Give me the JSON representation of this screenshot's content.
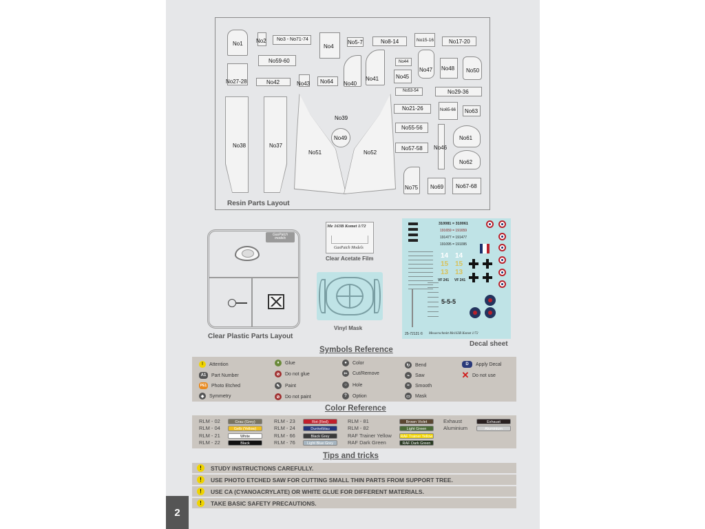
{
  "resin": {
    "caption": "Resin Parts Layout",
    "parts": [
      "No1",
      "No2",
      "No3 - No71-74",
      "No4",
      "No5-7",
      "No8-14",
      "No15-16",
      "No17-20",
      "No59-60",
      "No44",
      "No47",
      "No48",
      "No50",
      "No27-28",
      "No42",
      "No43",
      "No64",
      "No40",
      "No41",
      "No45",
      "No53-54",
      "No29-36",
      "No21-26",
      "No65-66",
      "No63",
      "No39",
      "No55-56",
      "No61",
      "No38",
      "No37",
      "No49",
      "No51",
      "No52",
      "No57-58",
      "No46",
      "No62",
      "No75",
      "No69",
      "No67-68"
    ]
  },
  "clear_plastic": {
    "caption": "Clear Plastic Parts Layout",
    "logo_text": "GasPatch models"
  },
  "acetate": {
    "title": "Me 163B Komet 1/72",
    "brand": "GasPatch Models",
    "caption": "Clear Acetate Film"
  },
  "vinyl": {
    "caption": "Vinyl Mask"
  },
  "decal": {
    "caption": "Decal sheet",
    "footer_left": "25-72121 ©",
    "footer_title": "Messerschmitt Me163B Komet 1/72",
    "serials": [
      "310081 = 310061",
      "191659 = 191659",
      "191477 = 191477",
      "191095 = 191095"
    ],
    "numbers": [
      "14",
      "14",
      "15",
      "15",
      "13",
      "13",
      "VF 241",
      "VF 241"
    ],
    "colors": {
      "sheet": "#bfe3e6",
      "red": "#b8202b",
      "blue": "#1c2f6b",
      "yellow": "#d8c15a"
    }
  },
  "symbols": {
    "title": "Symbols Reference",
    "items": [
      {
        "label": "Attention",
        "icon": "attention-icon"
      },
      {
        "label": "Part Number",
        "icon": "part-number-icon",
        "code": "A1"
      },
      {
        "label": "Photo Etched",
        "icon": "photo-etched-icon",
        "code": "PE1"
      },
      {
        "label": "Symmetry",
        "icon": "symmetry-icon"
      },
      {
        "label": "Glue",
        "icon": "glue-icon"
      },
      {
        "label": "Do not glue",
        "icon": "do-not-glue-icon"
      },
      {
        "label": "Paint",
        "icon": "paint-icon"
      },
      {
        "label": "Do not paint",
        "icon": "do-not-paint-icon"
      },
      {
        "label": "Color",
        "icon": "color-icon"
      },
      {
        "label": "Cut/Remove",
        "icon": "cut-icon"
      },
      {
        "label": "Hole",
        "icon": "hole-icon"
      },
      {
        "label": "Option",
        "icon": "option-icon"
      },
      {
        "label": "Bend",
        "icon": "bend-icon"
      },
      {
        "label": "Saw",
        "icon": "saw-icon"
      },
      {
        "label": "Smooth",
        "icon": "smooth-icon"
      },
      {
        "label": "Mask",
        "icon": "mask-icon"
      },
      {
        "label": "Apply Decal",
        "icon": "apply-decal-icon"
      },
      {
        "label": "Do not use",
        "icon": "do-not-use-icon"
      }
    ]
  },
  "colors": {
    "title": "Color Reference",
    "items": [
      {
        "code": "RLM - 02",
        "name": "Grau (Grey)",
        "hex": "#7a7460",
        "text": "#fff"
      },
      {
        "code": "RLM - 04",
        "name": "Gelb (Yellow)",
        "hex": "#f0c020",
        "text": "#fff"
      },
      {
        "code": "RLM - 21",
        "name": "White",
        "hex": "#ffffff",
        "text": "#111"
      },
      {
        "code": "RLM - 22",
        "name": "Black",
        "hex": "#111111",
        "text": "#fff"
      },
      {
        "code": "RLM - 23",
        "name": "Rot (Red)",
        "hex": "#c21f2b",
        "text": "#fff"
      },
      {
        "code": "RLM - 24",
        "name": "Dunkelblau",
        "hex": "#22357a",
        "text": "#fff"
      },
      {
        "code": "RLM - 66",
        "name": "Black Grey",
        "hex": "#3a3a3a",
        "text": "#fff"
      },
      {
        "code": "RLM - 76",
        "name": "Light Blue Grey",
        "hex": "#a6b5c0",
        "text": "#fff"
      },
      {
        "code": "RLM - 81",
        "name": "Brown Violet",
        "hex": "#5a4630",
        "text": "#fff"
      },
      {
        "code": "RLM - 82",
        "name": "Light Green",
        "hex": "#4a6a36",
        "text": "#fff"
      },
      {
        "code": "RAF Trainer Yellow",
        "name": "RAF Trainer Yellow",
        "hex": "#f2d400",
        "text": "#fff"
      },
      {
        "code": "RAF Dark Green",
        "name": "RAF Dark Green",
        "hex": "#2a3a22",
        "text": "#fff"
      },
      {
        "code": "Exhaust",
        "name": "Exhaust",
        "hex": "#2a2020",
        "text": "#fff"
      },
      {
        "code": "Aluminium",
        "name": "Aluminium",
        "hex": "#d0d0d0",
        "text": "#fff"
      }
    ]
  },
  "tips": {
    "title": "Tips and tricks",
    "items": [
      "STUDY INSTRUCTIONS CAREFULLY.",
      "USE PHOTO ETCHED SAW FOR CUTTING SMALL THIN PARTS FROM SUPPORT TREE.",
      "USE CA (CYANOACRYLATE) OR WHITE GLUE FOR DIFFERENT MATERIALS.",
      "TAKE BASIC SAFETY PRECAUTIONS."
    ]
  },
  "page_number": "2"
}
